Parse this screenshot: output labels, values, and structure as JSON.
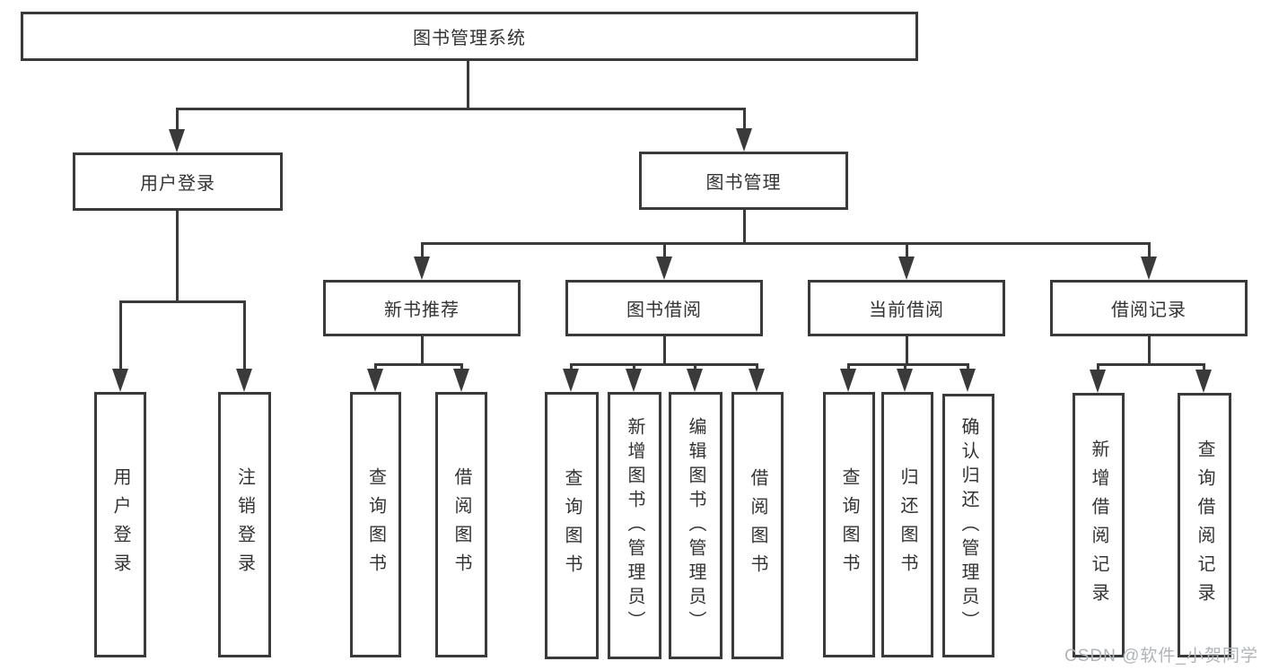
{
  "colors": {
    "line": "#3a3a3a",
    "text": "#333333",
    "watermark": "#b0b4b8",
    "background": "#ffffff"
  },
  "tree": {
    "label": "图书管理系统",
    "children": [
      {
        "label": "用户登录",
        "children": [
          {
            "label": "用户登录"
          },
          {
            "label": "注销登录"
          }
        ]
      },
      {
        "label": "图书管理",
        "children": [
          {
            "label": "新书推荐",
            "children": [
              {
                "label": "查询图书"
              },
              {
                "label": "借阅图书"
              }
            ]
          },
          {
            "label": "图书借阅",
            "children": [
              {
                "label": "查询图书"
              },
              {
                "label": "新增图书（管理员）"
              },
              {
                "label": "编辑图书（管理员）"
              },
              {
                "label": "借阅图书"
              }
            ]
          },
          {
            "label": "当前借阅",
            "children": [
              {
                "label": "查询图书"
              },
              {
                "label": "归还图书"
              },
              {
                "label": "确认归还（管理员）"
              }
            ]
          },
          {
            "label": "借阅记录",
            "children": [
              {
                "label": "新增借阅记录"
              },
              {
                "label": "查询借阅记录"
              }
            ]
          }
        ]
      }
    ]
  },
  "watermark": {
    "text": "CSDN @软件_小贺同学"
  }
}
